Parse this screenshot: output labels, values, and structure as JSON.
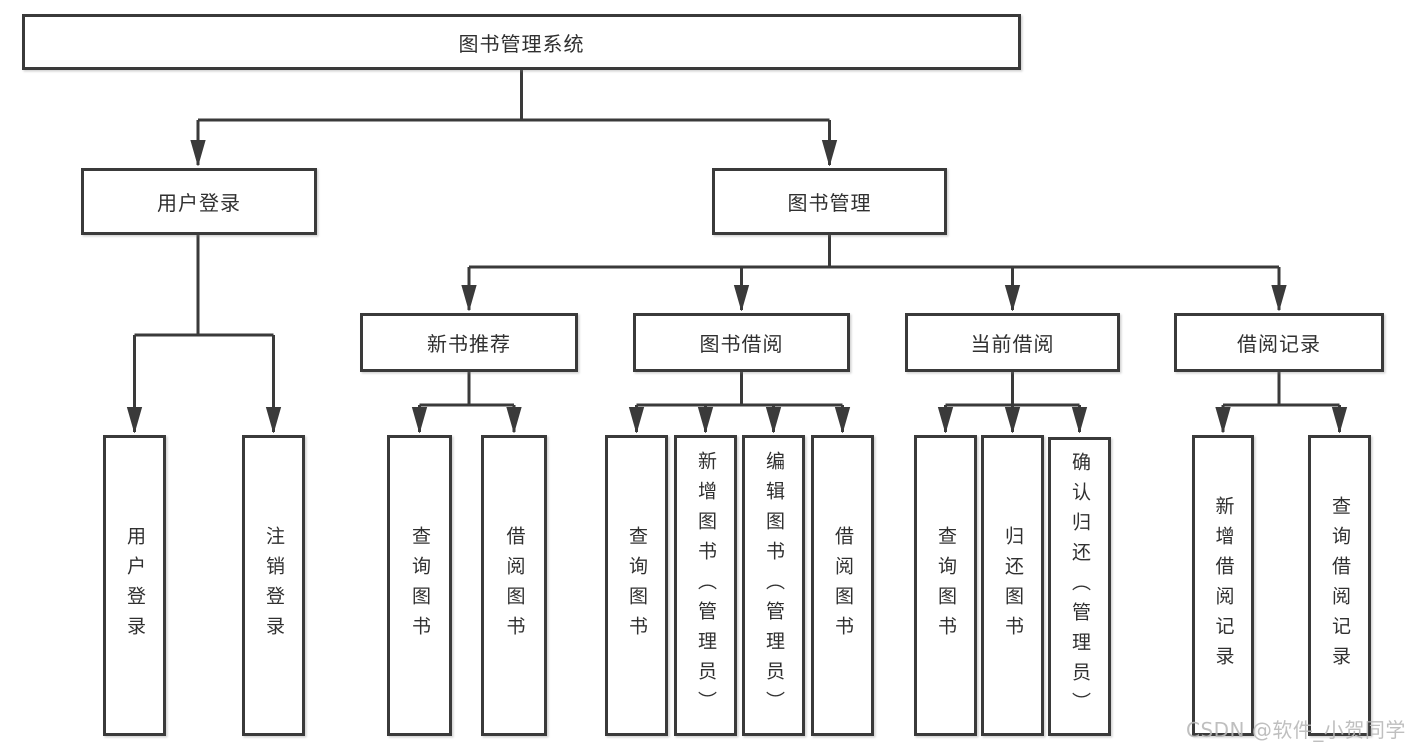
{
  "colors": {
    "line": "#3a3a3a",
    "box_border": "#3a3a3a",
    "box_fill": "#ffffff",
    "text": "#303030",
    "background": "#ffffff",
    "watermark_text": "#b9b9b9"
  },
  "root": {
    "label": "图书管理系统"
  },
  "user_login": {
    "label": "用户登录",
    "children": [
      {
        "label": "用户登录"
      },
      {
        "label": "注销登录"
      }
    ]
  },
  "book_management": {
    "label": "图书管理",
    "sections": [
      {
        "label": "新书推荐",
        "children": [
          {
            "label": "查询图书"
          },
          {
            "label": "借阅图书"
          }
        ]
      },
      {
        "label": "图书借阅",
        "children": [
          {
            "label": "查询图书"
          },
          {
            "label": "新增图书（管理员）"
          },
          {
            "label": "编辑图书（管理员）"
          },
          {
            "label": "借阅图书"
          }
        ]
      },
      {
        "label": "当前借阅",
        "children": [
          {
            "label": "查询图书"
          },
          {
            "label": "归还图书"
          },
          {
            "label": "确认归还（管理员）"
          }
        ]
      },
      {
        "label": "借阅记录",
        "children": [
          {
            "label": "新增借阅记录"
          },
          {
            "label": "查询借阅记录"
          }
        ]
      }
    ]
  },
  "watermark": "CSDN @软件_小贺同学"
}
